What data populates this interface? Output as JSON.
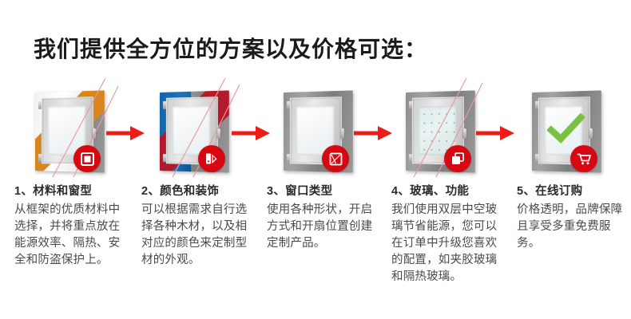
{
  "heading": "我们提供全方位的方案以及价格可选：",
  "accent_color": "#d60812",
  "check_color": "#7ac143",
  "arrow_color": "#ee1b17",
  "steps": [
    {
      "number": "1",
      "title": "1、材料和窗型",
      "body": "从框架的优质材料中选择，并将重点放在能源效率、隔热、安全和防盗保护上。",
      "badge_icon": "square-frame-icon",
      "window_style": "white-orange-gray frame with diagonal stripes",
      "frame_colors": [
        "#ffffff",
        "#d8861f",
        "#8e8e8e"
      ]
    },
    {
      "number": "2",
      "title": "2、颜色和装饰",
      "body": "可以根据需求自行选择各种木材，以及相对应的颜色来定制型材的外观。",
      "badge_icon": "color-swatch-icon",
      "window_style": "blue-red-gray frame with diagonal stripes",
      "frame_colors": [
        "#1363a8",
        "#b31b2c",
        "#8e8e8e"
      ]
    },
    {
      "number": "3",
      "title": "3、窗口类型",
      "body": "使用各种形状，开启方式和开扇位置创建定制产品。",
      "badge_icon": "window-type-icon",
      "window_style": "plain gray frame clear glass",
      "frame_colors": [
        "#8e8e8e"
      ]
    },
    {
      "number": "4",
      "title": "4、玻璃、功能",
      "body": "我们使用双层中空玻璃节省能源，您可以在订单中升级您喜欢的配置，如夹胶玻璃和隔热玻璃。",
      "badge_icon": "double-pane-glass-icon",
      "window_style": "gray frame with tinted dotted insulated glass",
      "frame_colors": [
        "#8e8e8e"
      ]
    },
    {
      "number": "5",
      "title": "5、在线订购",
      "body": "价格透明，品牌保障且享受多重免费服务。",
      "badge_icon": "shopping-cart-icon",
      "window_style": "gray frame with green check mark",
      "frame_colors": [
        "#8e8e8e"
      ]
    }
  ],
  "arrows": [
    {
      "name": "arrow-1-to-2"
    },
    {
      "name": "arrow-2-to-3"
    },
    {
      "name": "arrow-3-to-4"
    },
    {
      "name": "arrow-4-to-5"
    }
  ]
}
